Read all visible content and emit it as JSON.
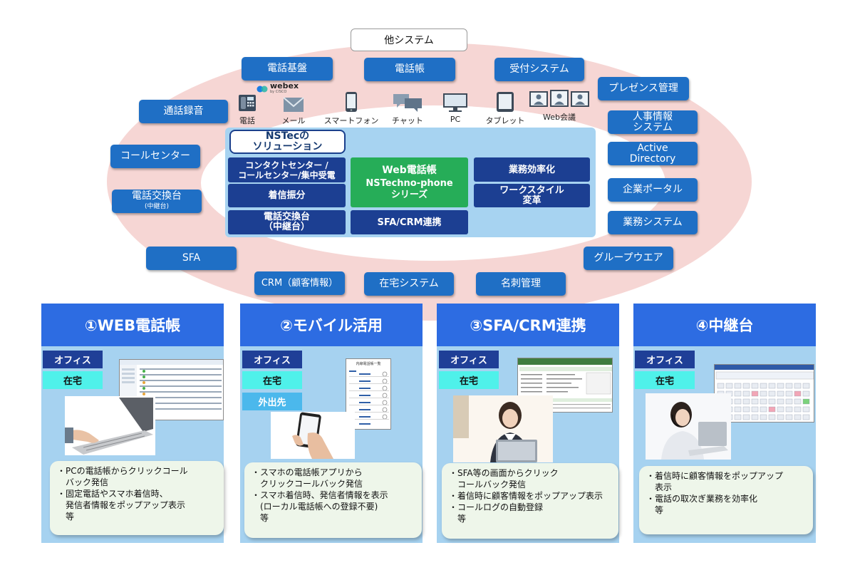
{
  "top_system": "他システム",
  "outer_systems": {
    "phone_infra": "電話基盤",
    "phonebook": "電話帳",
    "reception": "受付システム",
    "presence": "プレゼンス管理",
    "call_recording": "通話録音",
    "hr_line1": "人事情報",
    "hr_line2": "システム",
    "call_center": "コールセンター",
    "ad_line1": "Active",
    "ad_line2": "Directory",
    "pbx_main": "電話交換台",
    "pbx_sub": "(中継台)",
    "portal": "企業ポータル",
    "business": "業務システム",
    "sfa": "SFA",
    "groupware": "グループウエア",
    "crm": "CRM（顧客情報）",
    "home_system": "在宅システム",
    "card_mgmt": "名刺管理"
  },
  "webex": {
    "name": "webex",
    "by": "by CISCO"
  },
  "devices": [
    {
      "label": "電話",
      "icon": "desk-phone-icon"
    },
    {
      "label": "メール",
      "icon": "mail-icon"
    },
    {
      "label": "スマートフォン",
      "icon": "smartphone-icon"
    },
    {
      "label": "チャット",
      "icon": "chat-icon"
    },
    {
      "label": "PC",
      "icon": "pc-monitor-icon"
    },
    {
      "label": "タブレット",
      "icon": "tablet-icon"
    },
    {
      "label": "Web会議",
      "icon": "web-meeting-icon"
    }
  ],
  "solution": {
    "title_line1": "NSTecの",
    "title_line2": "ソリューション",
    "contact_line1": "コンタクトセンター /",
    "contact_line2": "コールセンター/集中受電",
    "routing": "着信振分",
    "pbx_line1": "電話交換台",
    "pbx_line2": "（中継台）",
    "center_line1": "Web電話帳",
    "center_line2": "NSTechno-phone",
    "center_line3": "シリーズ",
    "sfa_crm": "SFA/CRM連携",
    "efficiency": "業務効率化",
    "workstyle_line1": "ワークスタイル",
    "workstyle_line2": "変革"
  },
  "panels": [
    {
      "title": "①WEB電話帳",
      "tags": [
        "オフィス",
        "在宅"
      ],
      "bullets": [
        "・PCの電話帳からクリックコール",
        "　バック発信",
        "・固定電話やスマホ着信時、",
        "　発信者情報をポップアップ表示",
        "　等"
      ]
    },
    {
      "title": "②モバイル活用",
      "tags": [
        "オフィス",
        "在宅",
        "外出先"
      ],
      "screen_title": "内線電話帳一覧",
      "bullets": [
        "・スマホの電話帳アプリから",
        "　クリックコールバック発信",
        "・スマホ着信時、発信者情報を表示",
        "　(ローカル電話帳への登録不要)",
        "　等"
      ]
    },
    {
      "title": "③SFA/CRM連携",
      "tags": [
        "オフィス",
        "在宅"
      ],
      "bullets": [
        "・SFA等の画面からクリック",
        "　コールバック発信",
        "・着信時に顧客情報をポップアップ表示",
        "・コールログの自動登録",
        "　等"
      ]
    },
    {
      "title": "④中継台",
      "tags": [
        "オフィス",
        "在宅"
      ],
      "bullets": [
        "・着信時に顧客情報をポップアップ",
        "　表示",
        "・電話の取次ぎ業務を効率化",
        "　等"
      ]
    }
  ],
  "colors": {
    "outer_ellipse": "#f6d6d4",
    "system_box": "#1f6fc5",
    "solution_panel": "#a7d3f1",
    "navy": "#1c3f92",
    "green": "#26ad58",
    "panel_header": "#2d6ce2",
    "panel_bg": "#a6d2f0"
  }
}
